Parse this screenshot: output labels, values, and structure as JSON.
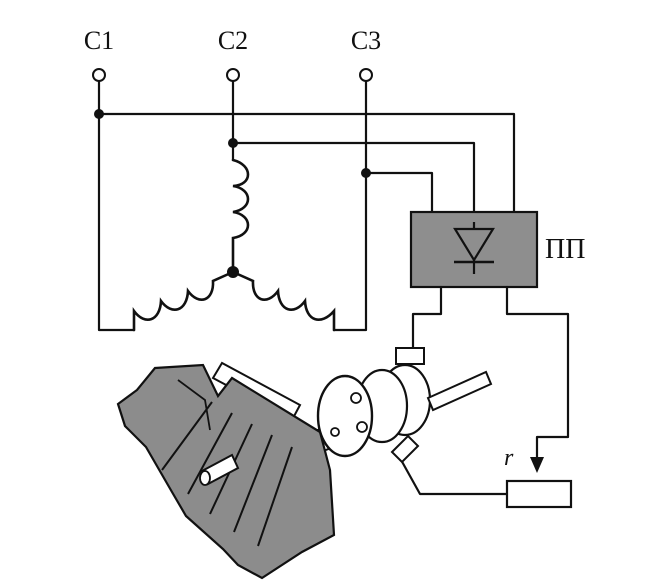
{
  "diagram": {
    "terminals": [
      {
        "label": "C1"
      },
      {
        "label": "C2"
      },
      {
        "label": "C3"
      }
    ],
    "converter_label": "ПП",
    "resistor_label": "r"
  }
}
